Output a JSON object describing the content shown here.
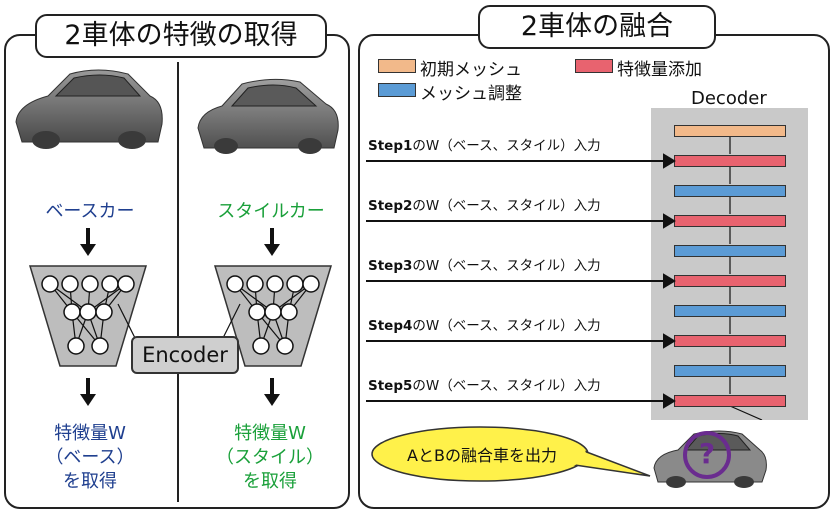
{
  "left": {
    "title": "2車体の特徴の取得",
    "base_car_label": "ベースカー",
    "style_car_label": "スタイルカー",
    "encoder_label": "Encoder",
    "base_output": [
      "特徴量W",
      "（ベース）",
      "を取得"
    ],
    "style_output": [
      "特徴量W",
      "（スタイル）",
      "を取得"
    ]
  },
  "right": {
    "title": "2車体の融合",
    "legend": {
      "initial_mesh": "初期メッシュ",
      "feature_add": "特徴量添加",
      "mesh_adjust": "メッシュ調整"
    },
    "decoder_label": "Decoder",
    "steps": [
      {
        "step": "Step1",
        "rest": "のW（ベース、スタイル）入力"
      },
      {
        "step": "Step2",
        "rest": "のW（ベース、スタイル）入力"
      },
      {
        "step": "Step3",
        "rest": "のW（ベース、スタイル）入力"
      },
      {
        "step": "Step4",
        "rest": "のW（ベース、スタイル）入力"
      },
      {
        "step": "Step5",
        "rest": "のW（ベース、スタイル）入力"
      }
    ],
    "output_bubble": "AとBの融合車を出力",
    "question_mark": "?"
  },
  "colors": {
    "initial_mesh": "#f2b98a",
    "feature_add": "#e8636f",
    "mesh_adjust": "#5b9bd5",
    "decoder_bg": "#c9c9c9",
    "bubble": "#fff14a",
    "base_text": "#1f3f8f",
    "style_text": "#1aa03a"
  }
}
